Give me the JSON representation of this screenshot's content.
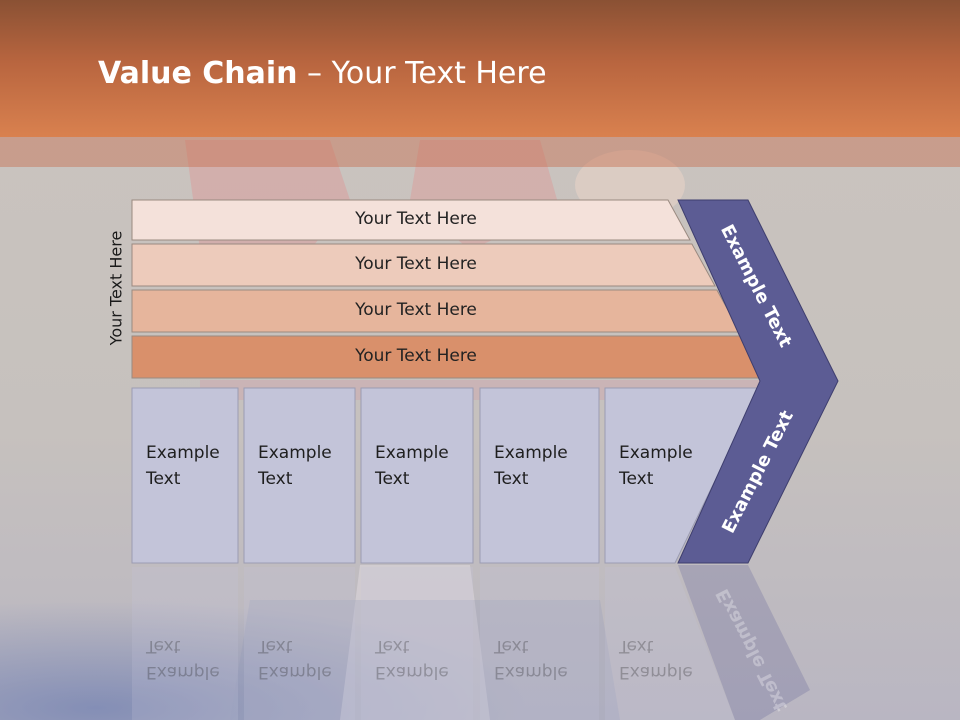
{
  "slide": {
    "title_bold": "Value Chain",
    "title_rest": " – Your Text Here",
    "side_label": "Your Text Here"
  },
  "rows": [
    {
      "label": "Your Text Here",
      "color": "#f4e1da"
    },
    {
      "label": "Your Text Here",
      "color": "#edcbbb"
    },
    {
      "label": "Your Text Here",
      "color": "#e6b59c"
    },
    {
      "label": "Your Text Here",
      "color": "#d9906b"
    }
  ],
  "boxes": [
    {
      "line1": "Example",
      "line2": "Text"
    },
    {
      "line1": "Example",
      "line2": "Text"
    },
    {
      "line1": "Example",
      "line2": "Text"
    },
    {
      "line1": "Example",
      "line2": "Text"
    },
    {
      "line1": "Example",
      "line2": "Text"
    }
  ],
  "chevron": {
    "upper_label": "Example Text",
    "lower_label": "Example Text",
    "color": "#5c5c94"
  },
  "colors": {
    "header": "#c86f45",
    "box_fill": "#c3c4d9"
  }
}
